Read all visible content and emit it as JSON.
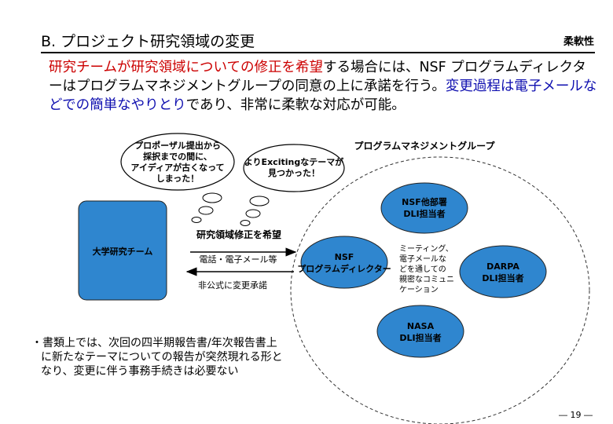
{
  "header": {
    "title": "B. プロジェクト研究領域の変更",
    "tag": "柔軟性"
  },
  "lead": {
    "part1_red": "研究チームが研究領域についての修正を希望",
    "part2": "する場合には、NSF プログラムディレクターはプログラムマネジメントグループの同意の上に承諾を行う。",
    "part3_blue": "変更過程は電子メールなどでの簡単なやりとり",
    "part4": "であり、非常に柔軟な対応が可能。"
  },
  "diagram": {
    "cloud1": [
      "プロポーザル提出から",
      "採択までの間に、",
      "アイディアが古くなって",
      "しまった！"
    ],
    "cloud2": [
      "よりExcitingなテーマが",
      "見つかった！"
    ],
    "group_label": "プログラムマネジメントグループ",
    "university_team": "大学研究チーム",
    "arrow_title": "研究領域修正を希望",
    "arrow_right_label": "電話・電子メール等",
    "arrow_left_label": "非公式に変更承諾",
    "nsf_director": [
      "NSF",
      "プログラムディレクター"
    ],
    "nsf_other": [
      "NSF他部署",
      "DLI担当者"
    ],
    "darpa": [
      "DARPA",
      "DLI担当者"
    ],
    "nasa": [
      "NASA",
      "DLI担当者"
    ],
    "meeting_text": [
      "ミーティング、",
      "電子メールな",
      "どを通しての",
      "親密なコミュニ",
      "ケーション"
    ]
  },
  "bullet": {
    "marker": "・",
    "lines": [
      "書類上では、次回の四半期報告書/年次報告書上",
      "に新たなテーマについての報告が突然現れる形と",
      "なり、変更に伴う事務手続きは必要ない"
    ]
  },
  "footer": {
    "page_number": "― 19 ―"
  },
  "colors": {
    "ellipse_fill": "#2f86cf",
    "red_text": "#cc0000",
    "blue_text": "#1010b0"
  }
}
